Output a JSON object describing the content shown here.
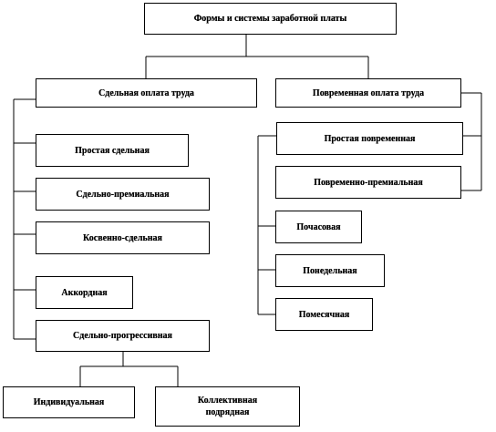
{
  "diagram": {
    "root": "Формы и системы заработной платы",
    "piece_rate": {
      "title": "Сдельная оплата труда",
      "items": [
        "Простая сдельная",
        "Сдельно-премиальная",
        "Косвенно-сдельная",
        "Аккордная",
        "Сдельно-прогрессивная"
      ],
      "sub_items": [
        "Индивидуальная",
        "Коллективная подрядная"
      ]
    },
    "time_rate": {
      "title": "Повременная оплата труда",
      "items": [
        "Простая повременная",
        "Повременно-премиальная"
      ],
      "sub_items": [
        "Почасовая",
        "Понедельная",
        "Помесячная"
      ]
    }
  }
}
